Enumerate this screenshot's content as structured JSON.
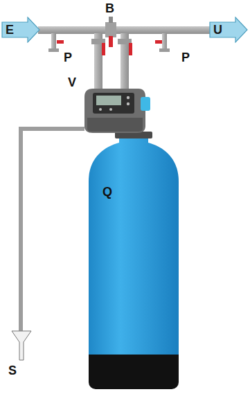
{
  "diagram": {
    "nodes": [
      {
        "text": [
          "E"
        ]
      },
      {
        "text": [
          "U"
        ]
      }
    ],
    "labels": [
      "B",
      "P",
      "P",
      "V",
      "Q",
      "S"
    ]
  }
}
